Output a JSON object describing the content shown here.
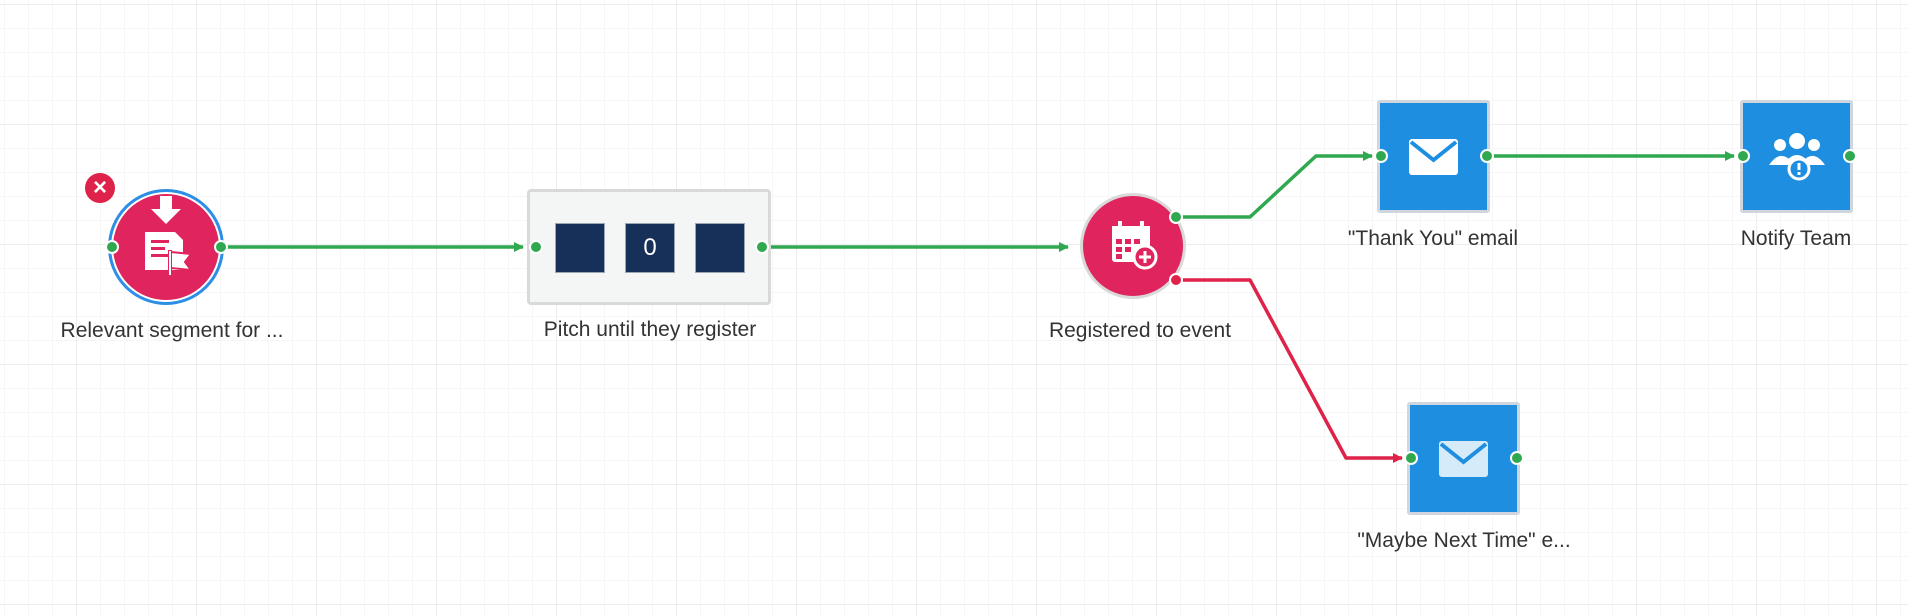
{
  "colors": {
    "success": "#2fa84f",
    "failure": "#de2249",
    "trigger_fill": "#e0245e",
    "action_fill": "#1e8ee0",
    "wait_fill": "#17305a",
    "selected_ring": "#2d8ee6"
  },
  "nodes": {
    "segment": {
      "label": "Relevant segment for ...",
      "icon": "segment-import-icon"
    },
    "wait_group": {
      "label": "Pitch until they register",
      "counter": "0"
    },
    "registered": {
      "label": "Registered to event",
      "icon": "calendar-add-icon"
    },
    "thank_you": {
      "label": "\"Thank You\" email",
      "icon": "envelope-icon"
    },
    "notify": {
      "label": "Notify Team",
      "icon": "team-alert-icon"
    },
    "maybe_next": {
      "label": "\"Maybe Next Time\" e...",
      "icon": "envelope-icon"
    }
  },
  "delete_glyph": "×",
  "edges": [
    {
      "from": "segment",
      "to": "wait_group",
      "status": "success"
    },
    {
      "from": "wait_group",
      "to": "registered",
      "status": "success"
    },
    {
      "from": "registered",
      "to": "thank_you",
      "status": "success"
    },
    {
      "from": "thank_you",
      "to": "notify",
      "status": "success"
    },
    {
      "from": "registered",
      "to": "maybe_next",
      "status": "failure"
    }
  ]
}
